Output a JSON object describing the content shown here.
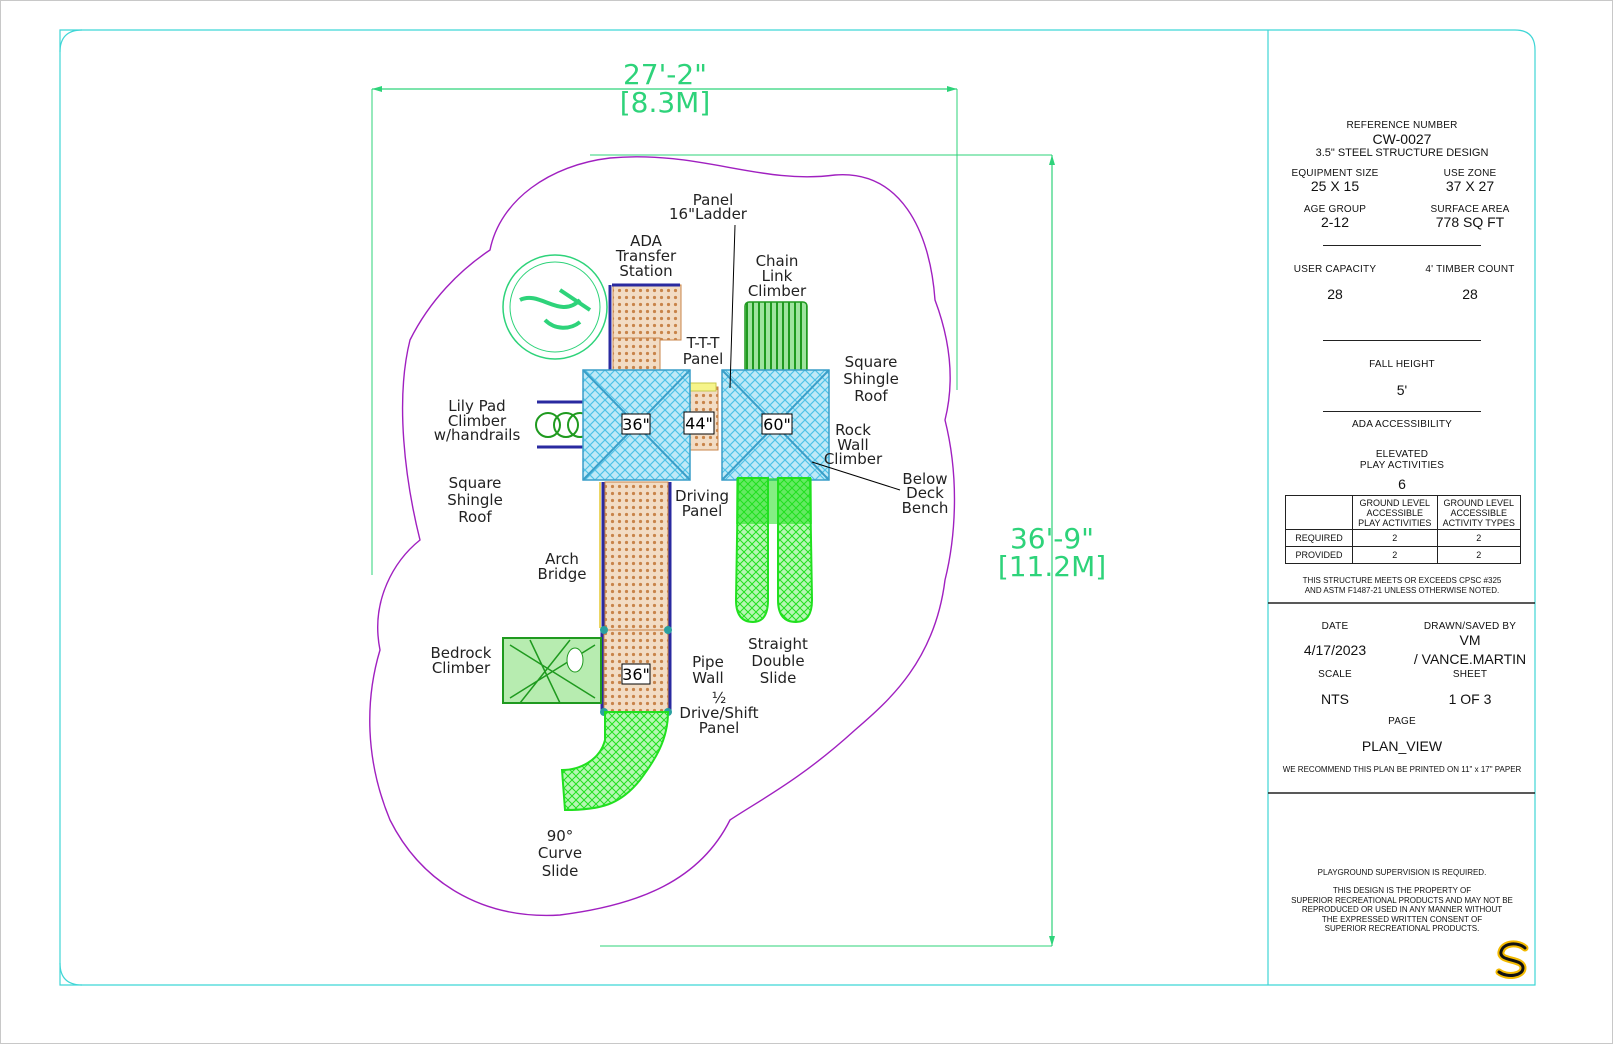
{
  "plan": {
    "width_dimension": {
      "ft": "27'-2\"",
      "m": "[8.3M]"
    },
    "depth_dimension": {
      "ft": "36'-9\"",
      "m": "[11.2M]"
    },
    "labels": {
      "ada": [
        "ADA",
        "Transfer",
        "Station"
      ],
      "panel_ladder": [
        "Panel",
        "16\"Ladder"
      ],
      "chain_link": [
        "Chain",
        "Link",
        "Climber"
      ],
      "ttt": [
        "T-T-T",
        "Panel"
      ],
      "roof_right": [
        "Square",
        "Shingle",
        "Roof"
      ],
      "lily_pad": [
        "Lily Pad",
        "Climber",
        "w/handrails"
      ],
      "rock_wall": [
        "Rock",
        "Wall",
        "Climber"
      ],
      "below_deck": [
        "Below",
        "Deck",
        "Bench"
      ],
      "roof_left": [
        "Square",
        "Shingle",
        "Roof"
      ],
      "driving": [
        "Driving",
        "Panel"
      ],
      "arch": [
        "Arch",
        "Bridge"
      ],
      "bedrock": [
        "Bedrock",
        "Climber"
      ],
      "pipe_wall": [
        "Pipe",
        "Wall"
      ],
      "drive_shift": [
        "½",
        "Drive/Shift",
        "Panel"
      ],
      "straight_slide": [
        "Straight",
        "Double",
        "Slide"
      ],
      "curve_slide": [
        "90°",
        "Curve",
        "Slide"
      ]
    },
    "deck_heights": {
      "left": "36\"",
      "middle": "44\"",
      "right": "60\"",
      "bottom": "36\""
    }
  },
  "title_block": {
    "reference_number_label": "REFERENCE NUMBER",
    "reference_number": "CW-0027",
    "design": "3.5\" STEEL STRUCTURE DESIGN",
    "equipment_size_label": "EQUIPMENT SIZE",
    "equipment_size": "25 X 15",
    "use_zone_label": "USE ZONE",
    "use_zone": "37 X 27",
    "age_group_label": "AGE GROUP",
    "age_group": "2-12",
    "surface_area_label": "SURFACE AREA",
    "surface_area": "778 SQ FT",
    "user_capacity_label": "USER CAPACITY",
    "user_capacity": "28",
    "timber_count_label": "4' TIMBER COUNT",
    "timber_count": "28",
    "fall_height_label": "FALL HEIGHT",
    "fall_height": "5'",
    "ada_label": "ADA ACCESSIBILITY",
    "elevated_label_1": "ELEVATED",
    "elevated_label_2": "PLAY ACTIVITIES",
    "elevated_value": "6",
    "table": {
      "col1": [
        "GROUND LEVEL",
        "ACCESSIBLE",
        "PLAY ACTIVITIES"
      ],
      "col2": [
        "GROUND LEVEL",
        "ACCESSIBLE",
        "ACTIVITY TYPES"
      ],
      "rows": [
        {
          "label": "REQUIRED",
          "a": "2",
          "b": "2"
        },
        {
          "label": "PROVIDED",
          "a": "2",
          "b": "2"
        }
      ]
    },
    "compliance_1": "THIS STRUCTURE MEETS OR EXCEEDS CPSC #325",
    "compliance_2": "AND ASTM F1487-21 UNLESS OTHERWISE NOTED.",
    "date_label": "DATE",
    "date": "4/17/2023",
    "drawn_label": "DRAWN/SAVED BY",
    "drawn_1": "VM",
    "drawn_2": "/ VANCE.MARTIN",
    "scale_label": "SCALE",
    "scale": "NTS",
    "sheet_label": "SHEET",
    "sheet": "1 OF 3",
    "page_label": "PAGE",
    "page": "PLAN_VIEW",
    "print_note": "WE RECOMMEND THIS PLAN BE PRINTED ON 11\" x 17\" PAPER",
    "supervision": "PLAYGROUND SUPERVISION IS REQUIRED.",
    "property_1": "THIS DESIGN IS THE PROPERTY OF",
    "property_2": "SUPERIOR RECREATIONAL PRODUCTS AND MAY NOT BE",
    "property_3": "REPRODUCED OR USED IN ANY MANNER WITHOUT",
    "property_4": "THE EXPRESSED WRITTEN CONSENT OF",
    "property_5": "SUPERIOR RECREATIONAL PRODUCTS."
  },
  "colors": {
    "frame": "#3fd6d6",
    "use_zone": "#a020c0",
    "dimension": "#2ed37a",
    "roof": "#4ec3e8",
    "deck": "#c8844a",
    "slide": "#21e01f",
    "climber": "#1f9a1f",
    "post": "#2a2aa0"
  }
}
